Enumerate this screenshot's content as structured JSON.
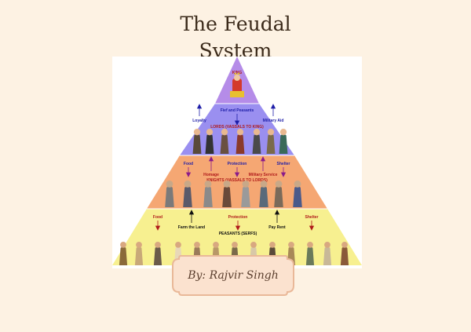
{
  "title": "The Feudal\nSystem",
  "colors": {
    "page_bg": "#fdf2e3",
    "tier_king": "#b58ce8",
    "tier_lords": "#9a8ff0",
    "tier_knights": "#f5a773",
    "tier_peasants": "#f7f090",
    "label_blue": "#1e1ea8",
    "label_red": "#b01a1a",
    "label_black": "#111111",
    "badge_fill": "#fbe2cf",
    "badge_stroke": "#e9b898"
  },
  "pyramid": {
    "king": {
      "title": "KING"
    },
    "lords": {
      "title": "LORDS (VASSALS TO KING)",
      "above_arrows": [
        "Loyalty",
        "Fief and Peasants",
        "Military Aid"
      ]
    },
    "knights": {
      "title": "KNIGHTS (VASSALS TO LORDS)",
      "above_arrows": [
        "Food",
        "Protection",
        "Shelter"
      ],
      "services": [
        "Homage",
        "Military Service"
      ]
    },
    "peasants": {
      "title": "PEASANTS (SERFS)",
      "above_arrows": [
        "Food",
        "Protection",
        "Shelter"
      ],
      "duties": [
        "Farm the Land",
        "Pay Rent"
      ]
    }
  },
  "byline": "By: Rajvir Singh"
}
